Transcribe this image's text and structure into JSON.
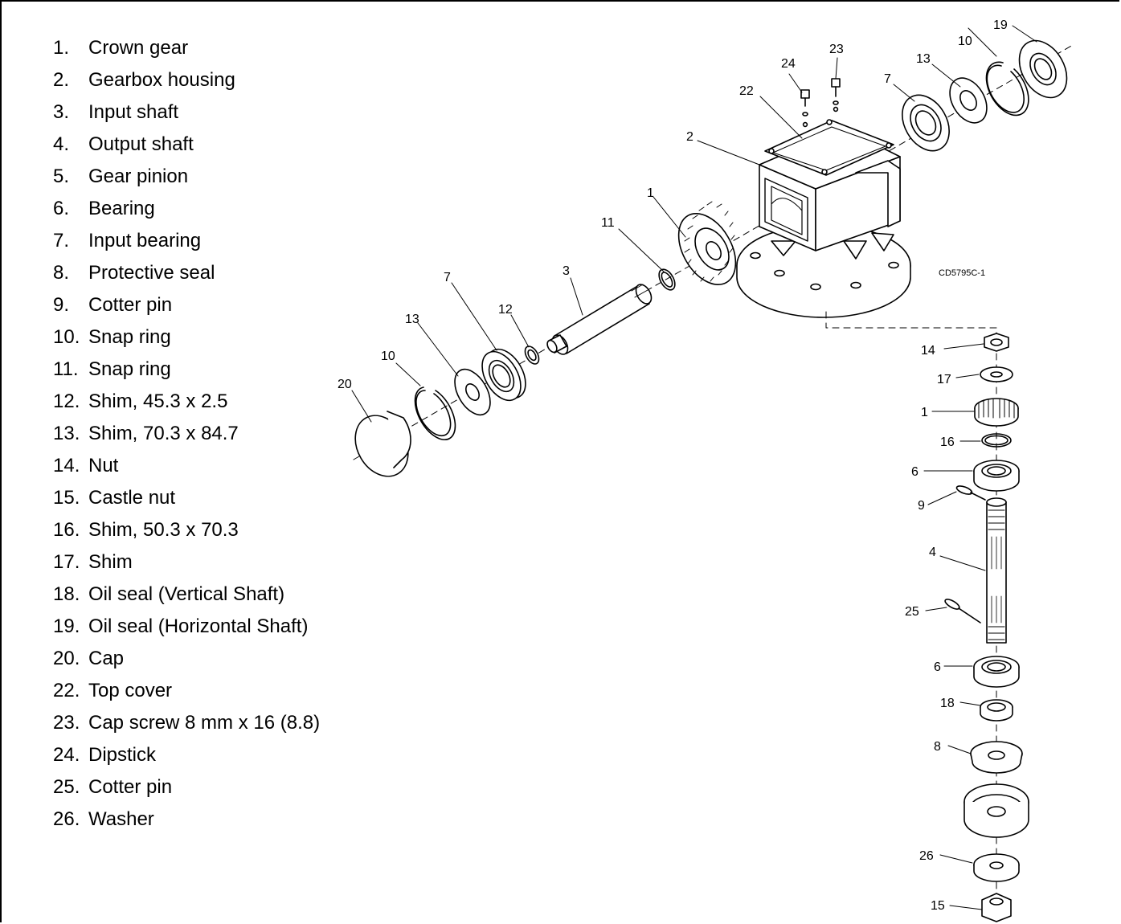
{
  "parts": [
    {
      "num": "1.",
      "label": "Crown gear"
    },
    {
      "num": "2.",
      "label": "Gearbox housing"
    },
    {
      "num": "3.",
      "label": "Input shaft"
    },
    {
      "num": "4.",
      "label": "Output shaft"
    },
    {
      "num": "5.",
      "label": "Gear pinion"
    },
    {
      "num": "6.",
      "label": "Bearing"
    },
    {
      "num": "7.",
      "label": "Input bearing"
    },
    {
      "num": "8.",
      "label": "Protective seal"
    },
    {
      "num": "9.",
      "label": "Cotter pin"
    },
    {
      "num": "10.",
      "label": "Snap ring"
    },
    {
      "num": "11.",
      "label": "Snap ring"
    },
    {
      "num": "12.",
      "label": "Shim, 45.3 x 2.5"
    },
    {
      "num": "13.",
      "label": "Shim, 70.3 x 84.7"
    },
    {
      "num": "14.",
      "label": "Nut"
    },
    {
      "num": "15.",
      "label": "Castle nut"
    },
    {
      "num": "16.",
      "label": "Shim, 50.3 x 70.3"
    },
    {
      "num": "17.",
      "label": "Shim"
    },
    {
      "num": "18.",
      "label": "Oil seal (Vertical Shaft)"
    },
    {
      "num": "19.",
      "label": "Oil seal (Horizontal Shaft)"
    },
    {
      "num": "20.",
      "label": "Cap"
    },
    {
      "num": "22.",
      "label": "Top cover"
    },
    {
      "num": "23.",
      "label": "Cap screw 8 mm x 16 (8.8)"
    },
    {
      "num": "24.",
      "label": "Dipstick"
    },
    {
      "num": "25.",
      "label": "Cotter pin"
    },
    {
      "num": "26.",
      "label": "Washer"
    }
  ],
  "diagram": {
    "drawing_code": "CD5795C-1",
    "callouts": {
      "c24": "24",
      "c23": "23",
      "c22": "22",
      "c2": "2",
      "c7a": "7",
      "c13a": "13",
      "c10a": "10",
      "c19": "19",
      "c1a": "1",
      "c11": "11",
      "c3": "3",
      "c7b": "7",
      "c12": "12",
      "c13b": "13",
      "c10b": "10",
      "c20": "20",
      "c14": "14",
      "c17": "17",
      "c1b": "1",
      "c16": "16",
      "c6a": "6",
      "c9": "9",
      "c4": "4",
      "c25": "25",
      "c6b": "6",
      "c18": "18",
      "c8": "8",
      "c26": "26",
      "c15": "15"
    }
  }
}
